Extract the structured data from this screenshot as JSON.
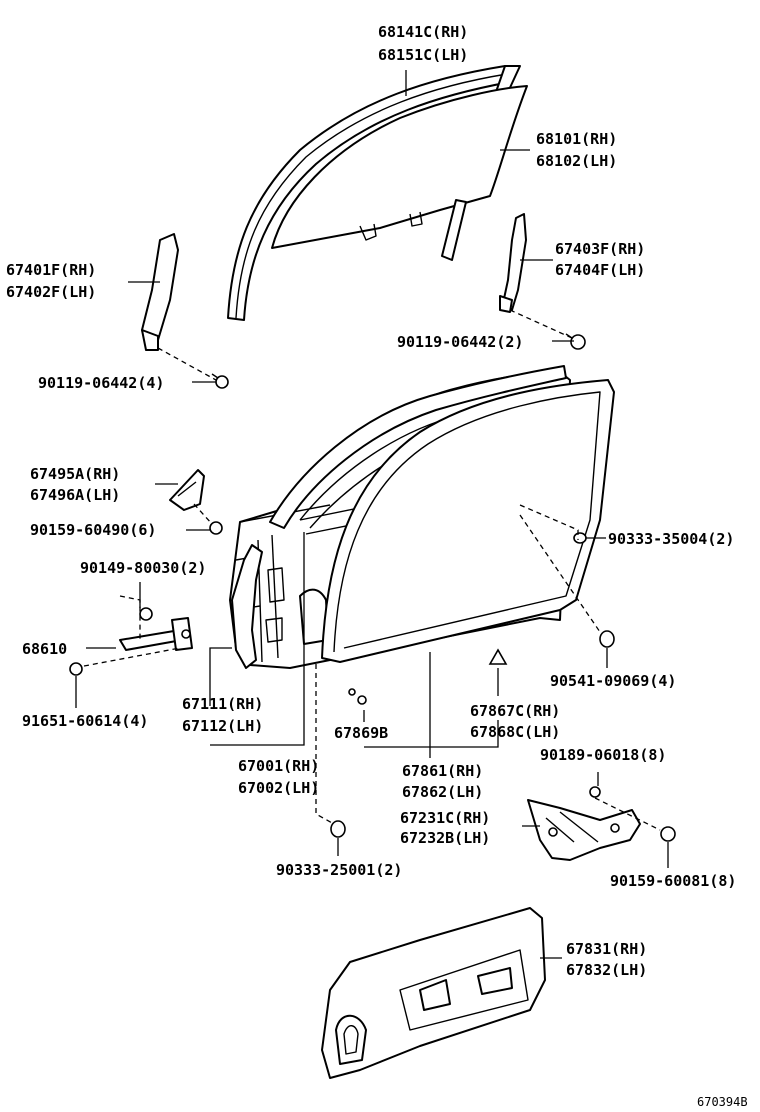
{
  "diagram_id": "670394B",
  "labels": {
    "glass_run_rh": "68141C(RH)",
    "glass_run_lh": "68151C(LH)",
    "glass_rh": "68101(RH)",
    "glass_lh": "68102(LH)",
    "channel_front_rh": "67401F(RH)",
    "channel_front_lh": "67402F(LH)",
    "channel_rear_rh": "67403F(RH)",
    "channel_rear_lh": "67404F(LH)",
    "bolt_front": "90119-06442(4)",
    "bolt_rear": "90119-06442(2)",
    "cover_rh": "67495A(RH)",
    "cover_lh": "67496A(LH)",
    "screw_cover": "90159-60490(6)",
    "bolt_check": "90149-80030(2)",
    "check_assy": "68610",
    "screw_check": "91651-60614(4)",
    "seal_front_rh": "67111(RH)",
    "seal_front_lh": "67112(LH)",
    "door_panel_rh": "67001(RH)",
    "door_panel_lh": "67002(LH)",
    "plug_large": "90333-35004(2)",
    "plug_small": "90333-25001(2)",
    "cushion": "90541-09069(4)",
    "clip_a": "67869B",
    "clip_b_rh": "67867C(RH)",
    "clip_b_lh": "67868C(LH)",
    "weatherstrip_rh": "67861(RH)",
    "weatherstrip_lh": "67862(LH)",
    "nut": "90189-06018(8)",
    "regulator_rh": "67231C(RH)",
    "regulator_lh": "67232B(LH)",
    "screw_regulator": "90159-60081(8)",
    "trim_rh": "67831(RH)",
    "trim_lh": "67832(LH)"
  }
}
